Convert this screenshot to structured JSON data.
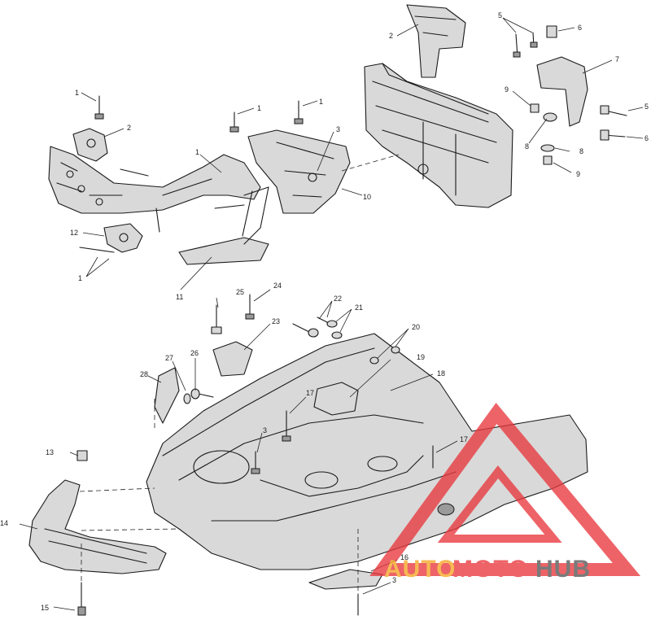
{
  "diagram": {
    "callouts": [
      {
        "id": "c1a",
        "text": "1"
      },
      {
        "id": "c1b",
        "text": "1"
      },
      {
        "id": "c1c",
        "text": "1"
      },
      {
        "id": "c1d",
        "text": "1"
      },
      {
        "id": "c1e",
        "text": "1"
      },
      {
        "id": "c2a",
        "text": "2"
      },
      {
        "id": "c2b",
        "text": "2"
      },
      {
        "id": "c3a",
        "text": "3"
      },
      {
        "id": "c3b",
        "text": "3"
      },
      {
        "id": "c3c",
        "text": "3"
      },
      {
        "id": "c5a",
        "text": "5"
      },
      {
        "id": "c5b",
        "text": "5"
      },
      {
        "id": "c6a",
        "text": "6"
      },
      {
        "id": "c6b",
        "text": "6"
      },
      {
        "id": "c7",
        "text": "7"
      },
      {
        "id": "c8a",
        "text": "8"
      },
      {
        "id": "c8b",
        "text": "8"
      },
      {
        "id": "c9a",
        "text": "9"
      },
      {
        "id": "c9b",
        "text": "9"
      },
      {
        "id": "c10",
        "text": "10"
      },
      {
        "id": "c11",
        "text": "11"
      },
      {
        "id": "c12",
        "text": "12"
      },
      {
        "id": "c13",
        "text": "13"
      },
      {
        "id": "c14",
        "text": "14"
      },
      {
        "id": "c15",
        "text": "15"
      },
      {
        "id": "c16",
        "text": "16"
      },
      {
        "id": "c17a",
        "text": "17"
      },
      {
        "id": "c17b",
        "text": "17"
      },
      {
        "id": "c18",
        "text": "18"
      },
      {
        "id": "c19",
        "text": "19"
      },
      {
        "id": "c20",
        "text": "20"
      },
      {
        "id": "c21",
        "text": "21"
      },
      {
        "id": "c22",
        "text": "22"
      },
      {
        "id": "c23",
        "text": "23"
      },
      {
        "id": "c24",
        "text": "24"
      },
      {
        "id": "c25",
        "text": "25"
      },
      {
        "id": "c26",
        "text": "26"
      },
      {
        "id": "c27",
        "text": "27"
      },
      {
        "id": "c28",
        "text": "28"
      }
    ]
  },
  "watermark": {
    "brand_part1": "AUTO",
    "brand_part2": "MOTO",
    "brand_part3": "HUB",
    "color_primary": "#e8383d",
    "color_secondary": "#f5a623",
    "color_tertiary": "#555555"
  }
}
